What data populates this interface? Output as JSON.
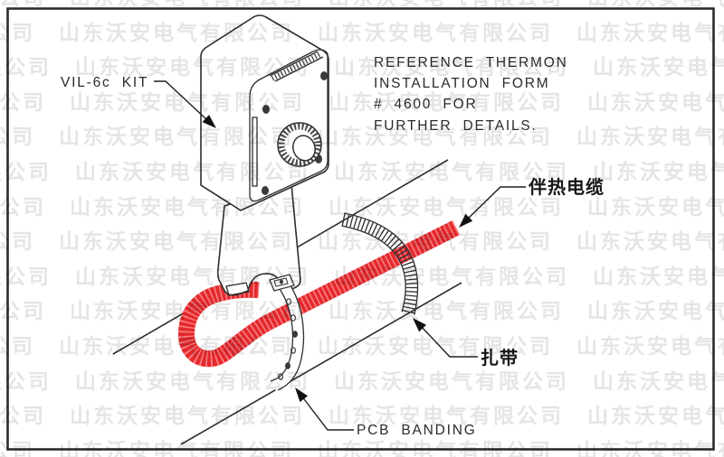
{
  "diagram": {
    "note_lines": [
      "REFERENCE THERMON",
      "INSTALLATION FORM",
      "# 4600 FOR",
      "FURTHER DETAILS."
    ],
    "labels": {
      "kit": "VIL-6c KIT",
      "heating_cable": "伴热电缆",
      "cable_tie": "扎带",
      "pcb_banding": "PCB BANDING"
    }
  },
  "watermark": {
    "text": "山东沃安电气有限公司",
    "color": "#e5e5e5"
  },
  "colors": {
    "cable_red": "#e4292d",
    "cable_hatch": "#ff9b9d",
    "line_dark": "#2b2b2b"
  }
}
